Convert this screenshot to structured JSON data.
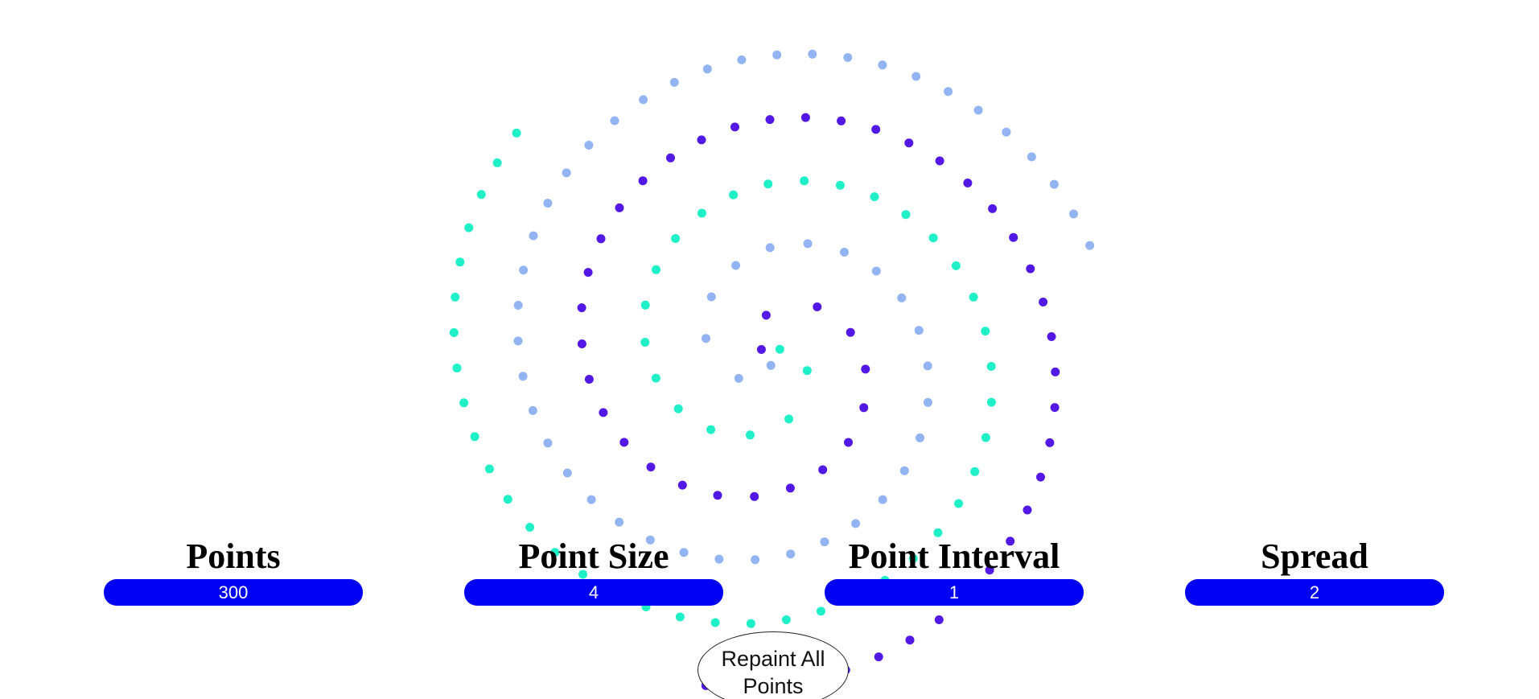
{
  "colors": {
    "spiral_inner": "#5318e6",
    "spiral_middle": "#1ff0c8",
    "spiral_outer": "#93b4f2",
    "control_bg": "#0000f2",
    "control_text": "#ffffff",
    "label_text": "#000000"
  },
  "controls": [
    {
      "label": "Points",
      "value": "300"
    },
    {
      "label": "Point Size",
      "value": "4"
    },
    {
      "label": "Point Interval",
      "value": "1"
    },
    {
      "label": "Spread",
      "value": "2"
    }
  ],
  "repaint_button": {
    "label": "Repaint All Points"
  }
}
